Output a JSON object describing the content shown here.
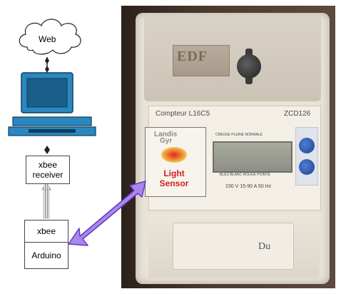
{
  "diagram": {
    "cloud_label": "Web",
    "xbee_receiver_label": "xbee\nreceiver",
    "xbee_label": "xbee",
    "arduino_label": "Arduino"
  },
  "photo": {
    "sensor_brand_line1": "Landis",
    "sensor_brand_line2": "Gyr",
    "sensor_label_line1": "Light",
    "sensor_label_line2": "Sensor",
    "meter_brand": "EDF",
    "meter_counter_label": "Compteur L16C5",
    "meter_model": "ZCD126",
    "display_labels": "CREUSE   PLEINE   NORMALE",
    "display_bottom_labels": "BLEU   BLANC   ROUGE   POINTE",
    "rating_text": "230 V  15-90 A  50 Hz",
    "cover_text": "Du"
  },
  "colors": {
    "arrow_fill": "#a689e6",
    "arrow_stroke": "#6a35c8",
    "computer_blue": "#1d6f9f",
    "sensor_text": "#d31d1d"
  }
}
